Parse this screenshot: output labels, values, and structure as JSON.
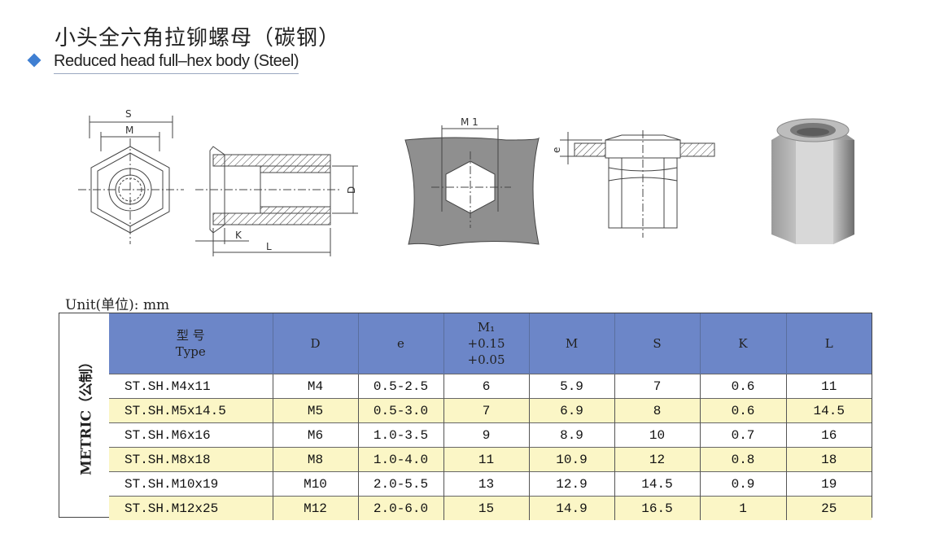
{
  "title_cn": "小头全六角拉铆螺母（碳钢）",
  "title_en": "Reduced head full–hex body (Steel)",
  "drawing_labels": {
    "s": "S",
    "m": "M",
    "d": "D",
    "k": "K",
    "l": "L",
    "m1": "M 1",
    "e": "e"
  },
  "unit": "Unit(单位): mm",
  "side_label": "METRIC（公制）",
  "table": {
    "headers": [
      {
        "line1": "型 号",
        "line2": "Type"
      },
      {
        "line1": "D"
      },
      {
        "line1": "e"
      },
      {
        "line1": "M₁",
        "line2": "+0.15",
        "line3": "+0.05"
      },
      {
        "line1": "M"
      },
      {
        "line1": "S"
      },
      {
        "line1": "K"
      },
      {
        "line1": "L"
      }
    ],
    "rows": [
      [
        "ST.SH.M4x11",
        "M4",
        "0.5-2.5",
        "6",
        "5.9",
        "7",
        "0.6",
        "11"
      ],
      [
        "ST.SH.M5x14.5",
        "M5",
        "0.5-3.0",
        "7",
        "6.9",
        "8",
        "0.6",
        "14.5"
      ],
      [
        "ST.SH.M6x16",
        "M6",
        "1.0-3.5",
        "9",
        "8.9",
        "10",
        "0.7",
        "16"
      ],
      [
        "ST.SH.M8x18",
        "M8",
        "1.0-4.0",
        "11",
        "10.9",
        "12",
        "0.8",
        "18"
      ],
      [
        "ST.SH.M10x19",
        "M10",
        "2.0-5.5",
        "13",
        "12.9",
        "14.5",
        "0.9",
        "19"
      ],
      [
        "ST.SH.M12x25",
        "M12",
        "2.0-6.0",
        "15",
        "14.9",
        "16.5",
        "1",
        "25"
      ]
    ]
  },
  "colors": {
    "header_bg": "#6c86c8",
    "row_highlight": "#fbf6c6",
    "bullet": "#3f7fd2"
  }
}
